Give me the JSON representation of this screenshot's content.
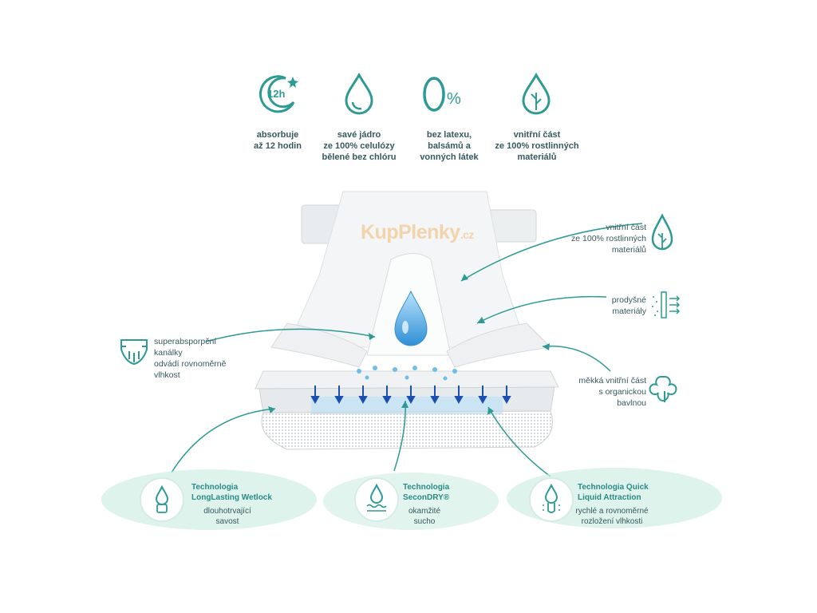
{
  "colors": {
    "teal": "#2d9b93",
    "text": "#37585d",
    "drop": "#4aa8e0",
    "watermark": "#f2aa50"
  },
  "watermark": {
    "main": "KupPlenky",
    "tld": ".cz"
  },
  "top_features": [
    {
      "icon": "moon-12h-icon",
      "text": "absorbuje\naž 12 hodin",
      "badge": "12h"
    },
    {
      "icon": "water-drop-icon",
      "text": "savé jádro\nze 100% celulózy\nbělené bez chlóru"
    },
    {
      "icon": "zero-percent-icon",
      "text": "bez latexu,\nbalsámů a\nvonných látek",
      "badge": "0%"
    },
    {
      "icon": "leaf-drop-icon",
      "text": "vnitřní část\nze 100% rostlinných\nmateriálů"
    }
  ],
  "callouts": {
    "left": {
      "icon": "diaper-icon",
      "text": "superabsporpční\nkanálky\nodvádí rovnoměrně\nvlhkost"
    },
    "right_1": {
      "icon": "leaf-drop-icon",
      "text": "vnitřní část\nze 100% rostlinných\nmateriálů"
    },
    "right_2": {
      "icon": "breathable-icon",
      "text": "prodyšné\nmateriály"
    },
    "right_3": {
      "icon": "cotton-flower-icon",
      "text": "měkká vnitřní část\ns organickou\nbavlnou"
    }
  },
  "technologies": [
    {
      "icon": "wetlock-icon",
      "title": "Technologia\nLongLasting Wetlock",
      "desc": "dlouhotrvající\nsavost"
    },
    {
      "icon": "secondry-icon",
      "title": "Technologia\nSeconDRY®",
      "desc": "okamžité\nsucho"
    },
    {
      "icon": "quick-attraction-icon",
      "title": "Technologia Quick\nLiquid Attraction",
      "desc": "rychlé a rovnoměrné\nrozložení vlhkosti"
    }
  ]
}
